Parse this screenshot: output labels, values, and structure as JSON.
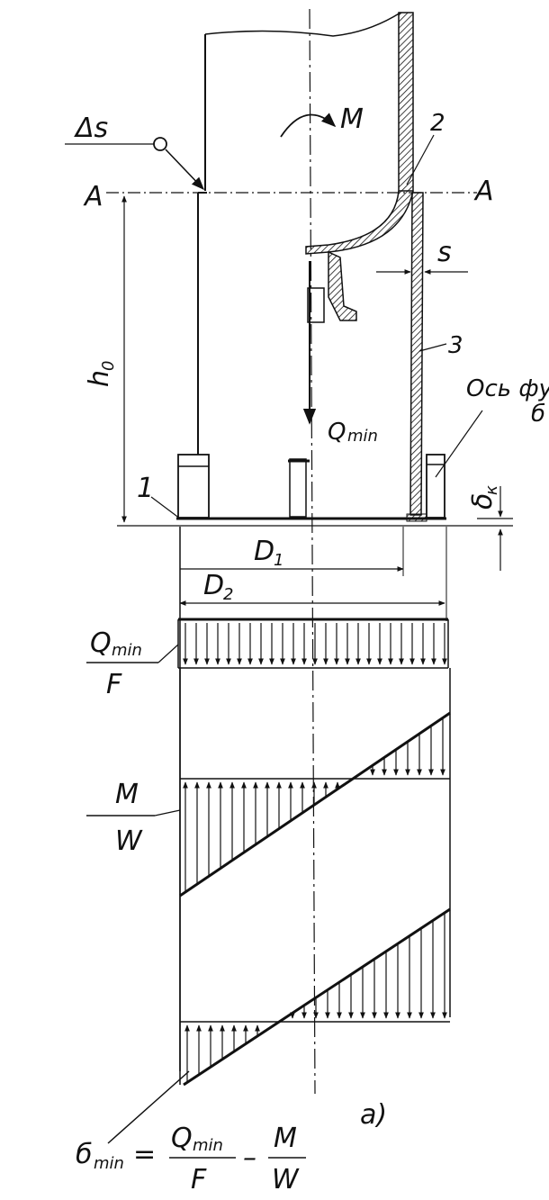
{
  "labels": {
    "ds": "Δs",
    "moment": "M",
    "section_left": "A",
    "section_right": "A",
    "part_2": "2",
    "part_3": "3",
    "part_1": "1",
    "thickness": "s",
    "h0": "h",
    "h0_sub": "0",
    "axis_text_1": "Ось фу",
    "axis_text_2": "б",
    "q": "Q",
    "q_sub": "min",
    "delta": "δ",
    "delta_sub": "к",
    "d1": "D",
    "d1_sub": "1",
    "d2": "D",
    "d2_sub": "2",
    "panel_letter": "а)"
  },
  "formulas": {
    "qf_num": "Q",
    "qf_num_sub": "min",
    "qf_den": "F",
    "mw_num": "M",
    "mw_den": "W",
    "sigma": "б",
    "sigma_sub": "min",
    "eq": "=",
    "f_q": "Q",
    "f_q_sub": "min",
    "f_F": "F",
    "f_minus": "–",
    "f_M": "M",
    "f_W": "W"
  }
}
